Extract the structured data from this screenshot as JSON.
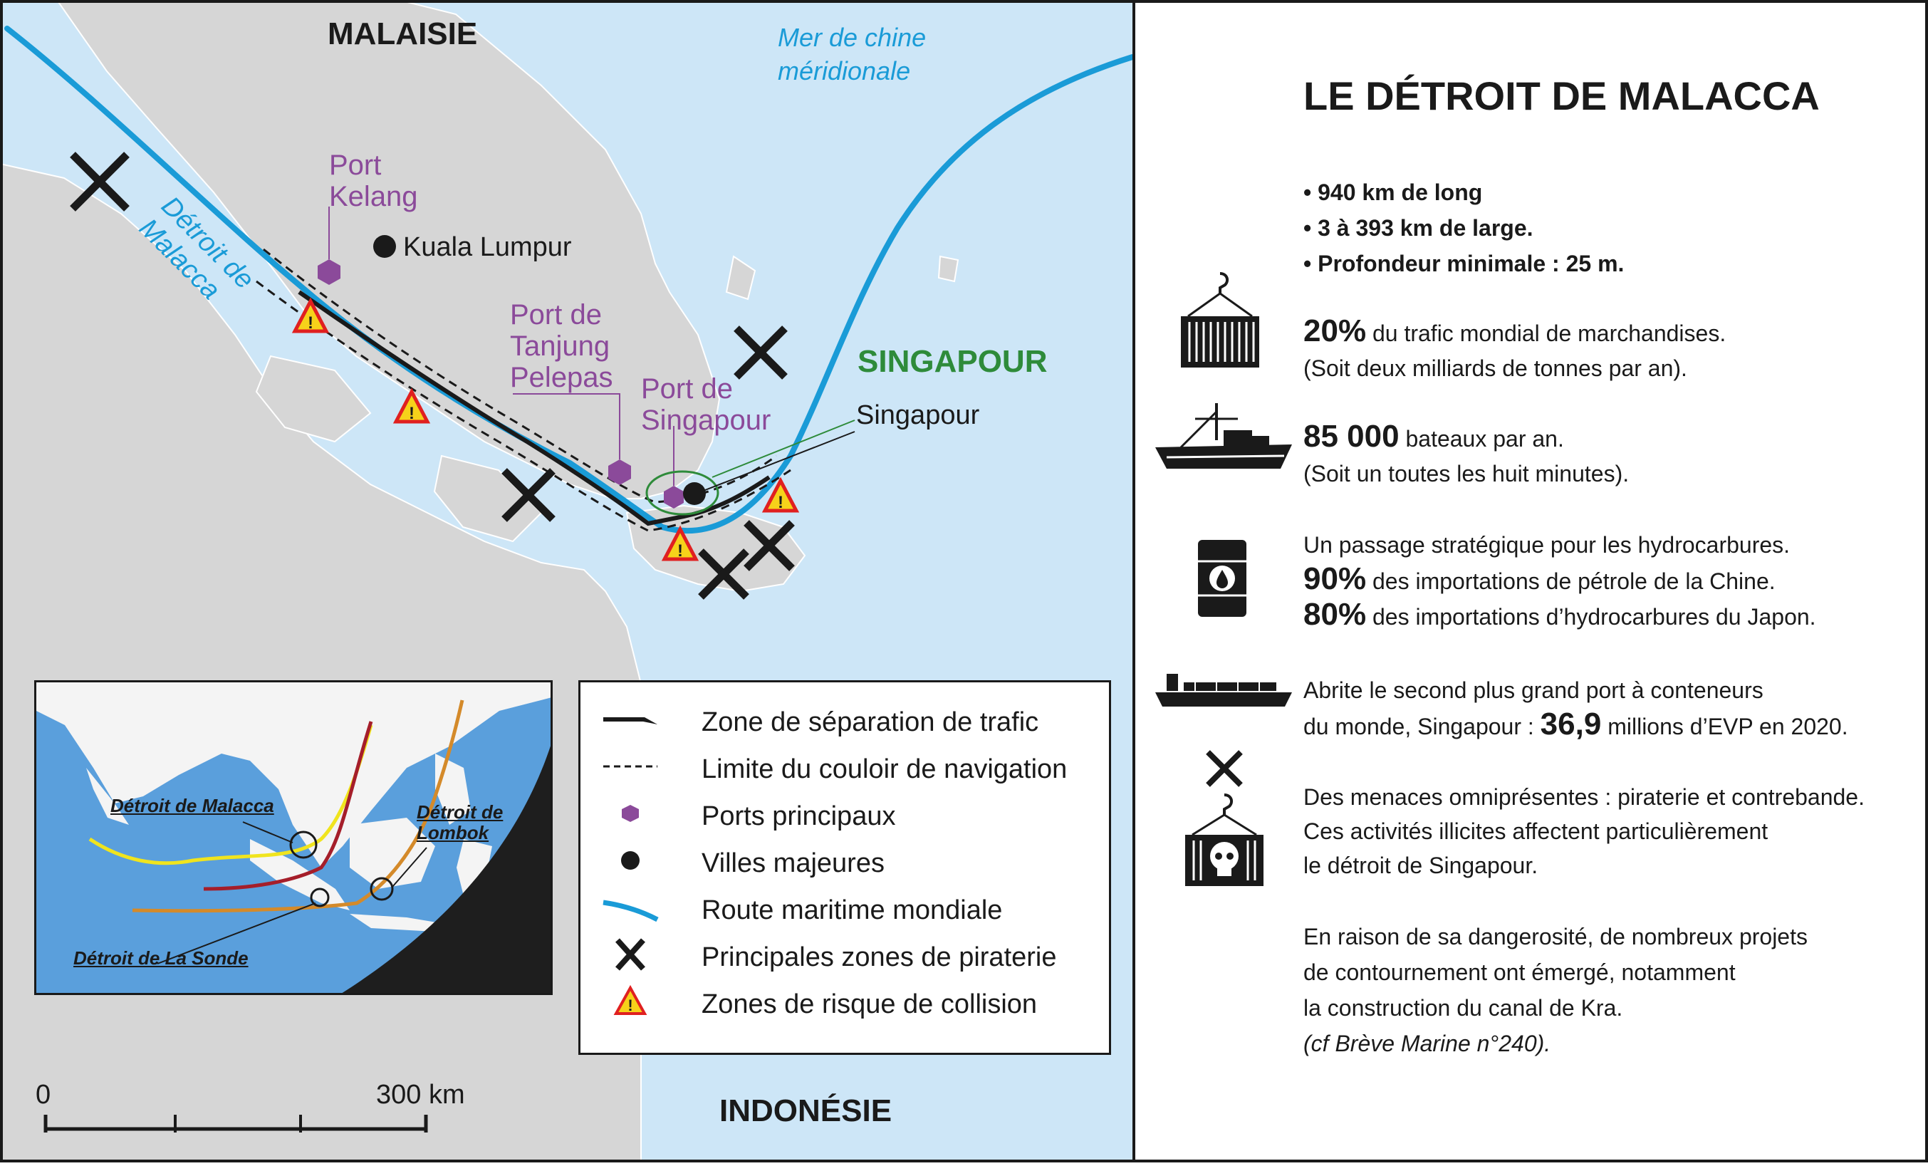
{
  "map": {
    "country_north": "MALAISIE",
    "country_south": "INDONÉSIE",
    "sea_line1": "Mer de chine",
    "sea_line2": "méridionale",
    "strait_line1": "Détroit de",
    "strait_line2": "Malacca",
    "ports": {
      "kelang_line1": "Port",
      "kelang_line2": "Kelang",
      "tanjung_line1": "Port de",
      "tanjung_line2": "Tanjung",
      "tanjung_line3": "Pelepas",
      "singapore_line1": "Port de",
      "singapore_line2": "Singapour"
    },
    "city_kl": "Kuala Lumpur",
    "singapore_country": "SINGAPOUR",
    "singapore_city": "Singapour",
    "scale_start": "0",
    "scale_end": "300 km",
    "colors": {
      "sea": "#cde6f7",
      "land": "#d6d6d6",
      "route": "#1a9bd7",
      "port": "#8b4a9a",
      "singapore": "#2e8b3a",
      "collision": "#e02020"
    }
  },
  "legend": {
    "items": [
      {
        "label": "Zone de séparation de trafic",
        "symbol": "traffic-separation-icon"
      },
      {
        "label": "Limite du couloir de navigation",
        "symbol": "dashed-line-icon"
      },
      {
        "label": "Ports principaux",
        "symbol": "hexagon-icon"
      },
      {
        "label": "Villes majeures",
        "symbol": "dot-icon"
      },
      {
        "label": "Route maritime mondiale",
        "symbol": "blue-route-icon"
      },
      {
        "label": "Principales zones de piraterie",
        "symbol": "crossed-rifles-icon"
      },
      {
        "label": "Zones de risque de collision",
        "symbol": "warning-triangle-icon"
      }
    ]
  },
  "inset": {
    "malacca": "Détroit de Malacca",
    "lombok_line1": "Détroit de",
    "lombok_line2": "Lombok",
    "sonde": "Détroit de La Sonde"
  },
  "panel": {
    "title": "LE DÉTROIT DE MALACCA",
    "bullets": [
      "940 km de long",
      "3 à 393 km de large.",
      "Profondeur minimale : 25 m."
    ],
    "trade": {
      "value": "20%",
      "text": " du trafic mondial de marchandises.",
      "sub": "(Soit deux milliards de tonnes par an)."
    },
    "ships": {
      "value": "85 000",
      "text": " bateaux par an.",
      "sub": "(Soit un toutes les huit minutes)."
    },
    "oil": {
      "line1": "Un passage stratégique pour les hydrocarbures.",
      "value2": "90%",
      "text2": " des importations de pétrole de la Chine.",
      "value3": "80%",
      "text3": " des importations d’hydrocarbures du Japon."
    },
    "port": {
      "line1": "Abrite le second plus grand port à conteneurs",
      "line2a": "du monde, Singapour : ",
      "value": "36,9",
      "line2b": " millions d’EVP en 2020."
    },
    "threat": {
      "line1": "Des menaces omniprésentes : piraterie et contrebande.",
      "line2": "Ces activités illicites affectent particulièrement",
      "line3": "le détroit de Singapour."
    },
    "projects": {
      "line1": "En raison de sa dangerosité, de nombreux projets",
      "line2": "de contournement ont émergé, notamment",
      "line3": "la construction du canal de Kra.",
      "line4": "(cf Brève Marine n°240)."
    }
  }
}
